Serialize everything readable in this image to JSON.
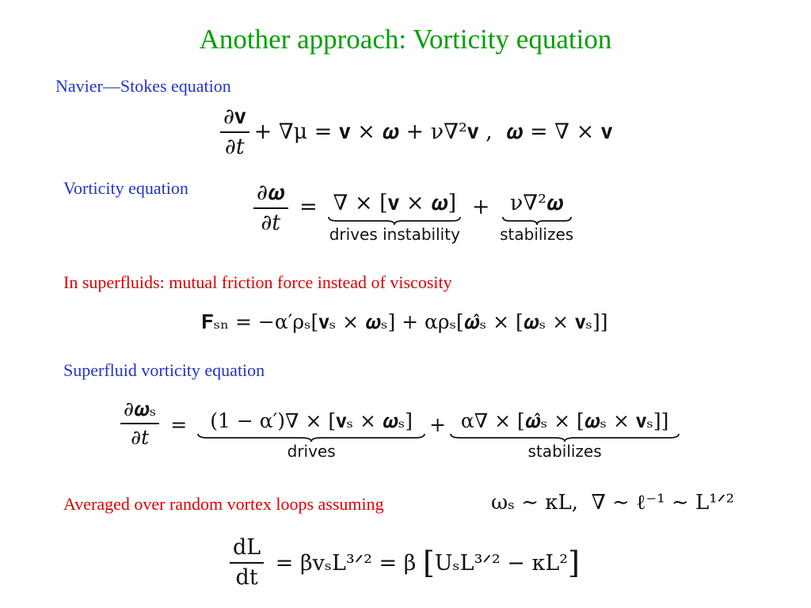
{
  "title": "Another approach: Vorticity equation",
  "sections": {
    "navier_label": "Navier—Stokes equation",
    "vorticity_label": "Vorticity equation",
    "superfluid_note": "In superfluids: mutual friction force instead of viscosity",
    "superfluid_vort_label": "Superfluid vorticity equation",
    "averaged_label": "Averaged over random vortex loops assuming"
  },
  "equations": {
    "ns": {
      "num": "∂𝐯",
      "den": "∂𝑡",
      "rhs": "+ ∇μ = 𝐯 × 𝝎 + ν∇²𝐯 ,  𝝎 = ∇ × 𝐯"
    },
    "vort": {
      "num": "∂𝝎",
      "den": "∂𝑡",
      "eq": " = ",
      "term1": "∇ × [𝐯 × 𝝎]",
      "term1_caption": "drives  instability",
      "plus": " + ",
      "term2": "ν∇²𝝎",
      "term2_caption": "stabilizes"
    },
    "friction": "𝐅ₛₙ = −α′ρₛ[𝐯ₛ × 𝝎ₛ] + αρₛ[𝝎̂ₛ × [𝝎ₛ × 𝐯ₛ]]",
    "svort": {
      "num": "∂𝝎ₛ",
      "den": "∂𝑡",
      "eq": " = ",
      "term1": "(1 − α′)∇ × [𝐯ₛ × 𝝎ₛ]",
      "term1_caption": "drives",
      "plus": "+",
      "term2": "α∇ × [𝝎̂ₛ × [𝝎ₛ × 𝐯ₛ]]",
      "term2_caption": "stabilizes"
    },
    "assumption": "ωₛ ∼ κL,  ∇ ∼ ℓ⁻¹ ∼ L¹ᐟ²",
    "dLdt": {
      "num": "dL",
      "den": "dt",
      "rhs1": " = βvₛL³ᐟ² = β ",
      "lbr": "[",
      "inner": "UₛL³ᐟ² − κL²",
      "rbr": "]"
    }
  }
}
